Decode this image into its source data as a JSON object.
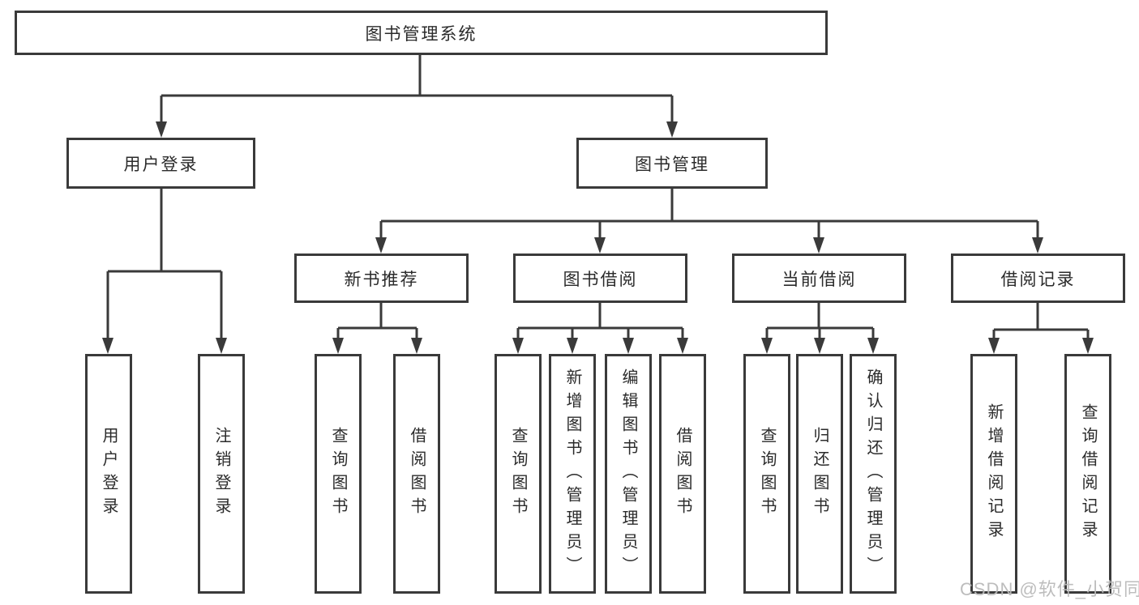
{
  "colors": {
    "background": "#ffffff",
    "line": "#3a3a3a",
    "box_border": "#3a3a3a",
    "text": "#2b2b2b",
    "watermark": "#b9b9b9"
  },
  "nodes": {
    "root": "图书管理系统",
    "user_login": "用户登录",
    "book_mgmt": "图书管理",
    "new_book": "新书推荐",
    "book_borrow": "图书借阅",
    "current_borrow": "当前借阅",
    "borrow_record": "借阅记录",
    "leaf_user_login": "用户登录",
    "leaf_logout": "注销登录",
    "leaf_nb_query": "查询图书",
    "leaf_nb_borrow": "借阅图书",
    "leaf_bb_query": "查询图书",
    "leaf_bb_add": "新增图书（管理员）",
    "leaf_bb_edit": "编辑图书（管理员）",
    "leaf_bb_borrow": "借阅图书",
    "leaf_cb_query": "查询图书",
    "leaf_cb_return": "归还图书",
    "leaf_cb_confirm": "确认归还（管理员）",
    "leaf_br_add": "新增借阅记录",
    "leaf_br_query": "查询借阅记录"
  },
  "hierarchy": {
    "图书管理系统": [
      "用户登录",
      "图书管理"
    ],
    "用户登录": [
      "用户登录",
      "注销登录"
    ],
    "图书管理": [
      "新书推荐",
      "图书借阅",
      "当前借阅",
      "借阅记录"
    ],
    "新书推荐": [
      "查询图书",
      "借阅图书"
    ],
    "图书借阅": [
      "查询图书",
      "新增图书（管理员）",
      "编辑图书（管理员）",
      "借阅图书"
    ],
    "当前借阅": [
      "查询图书",
      "归还图书",
      "确认归还（管理员）"
    ],
    "借阅记录": [
      "新增借阅记录",
      "查询借阅记录"
    ]
  },
  "watermark": {
    "text": "CSDN @软件_小贺同学"
  }
}
